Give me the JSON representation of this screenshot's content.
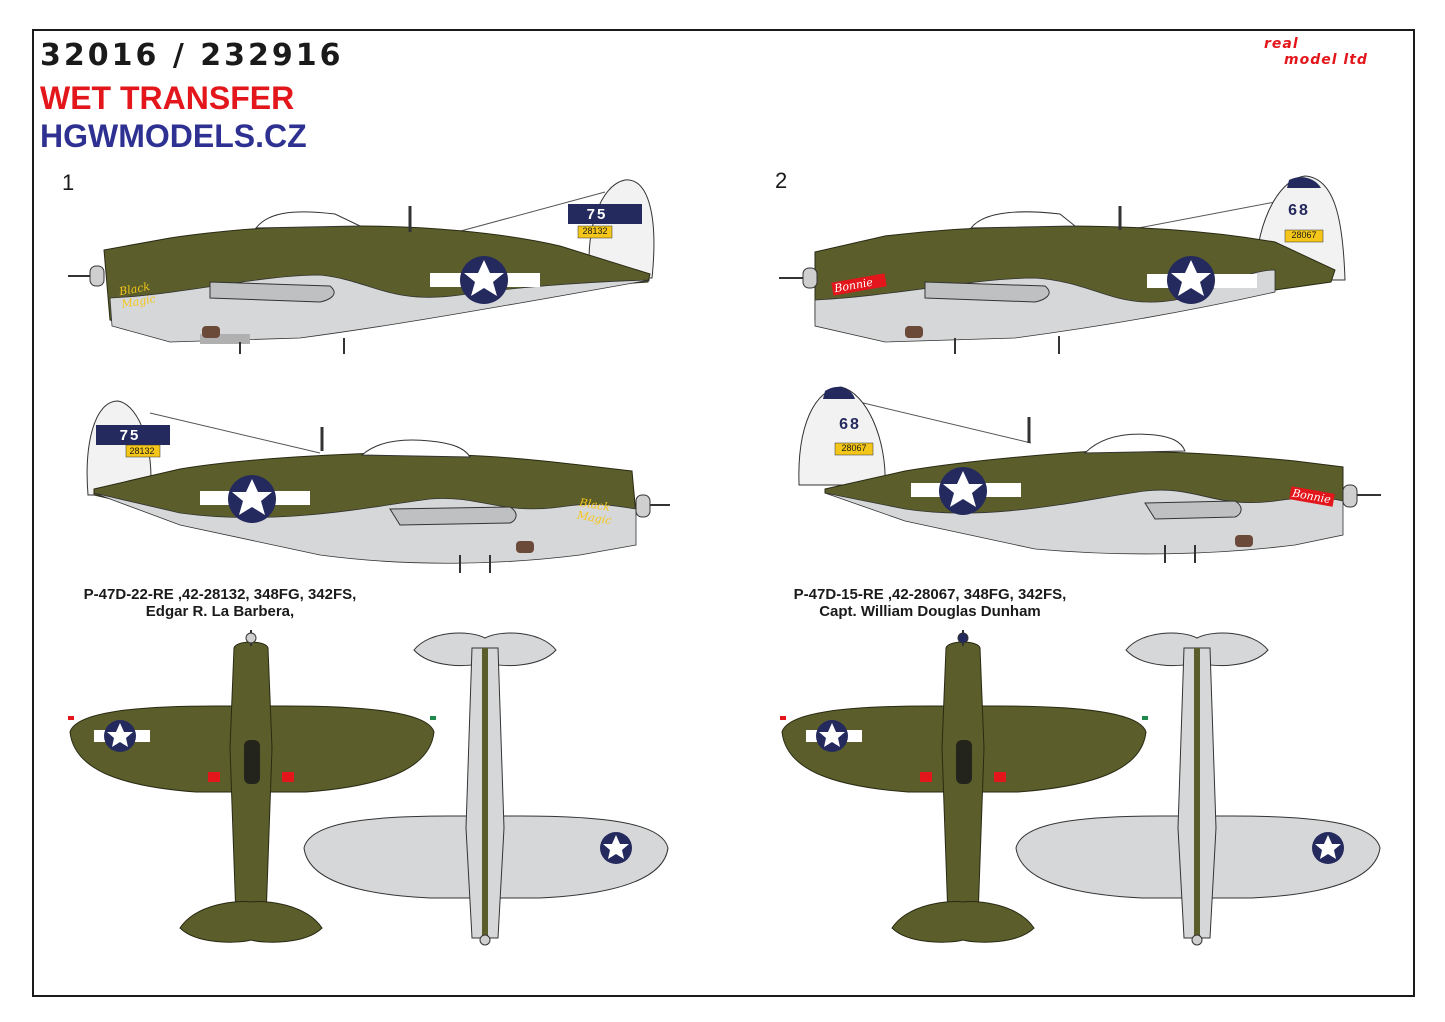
{
  "header": {
    "code": "32016 / 232916",
    "transfer": "WET TRANSFER",
    "website": "HGWMODELS.CZ"
  },
  "logo": {
    "line1": "real",
    "line2": "model ltd"
  },
  "profiles": [
    {
      "number": "1",
      "tail_code": "75",
      "serial": "28132",
      "nose_art": "Black Magic",
      "caption_line1": "P-47D-22-RE ,42-28132, 348FG, 342FS,",
      "caption_line2": "Edgar R. La Barbera,"
    },
    {
      "number": "2",
      "tail_code": "68",
      "serial": "28067",
      "nose_art": "Bonnie",
      "caption_line1": "P-47D-15-RE ,42-28067, 348FG, 342FS,",
      "caption_line2": "Capt. William Douglas Dunham"
    }
  ],
  "colors": {
    "olive_drab": "#5b5e2a",
    "neutral_gray": "#d6d7d8",
    "insignia_blue": "#252a5e",
    "serial_yellow": "#f3c619",
    "accent_red": "#e3161b",
    "website_blue": "#2e3192"
  }
}
